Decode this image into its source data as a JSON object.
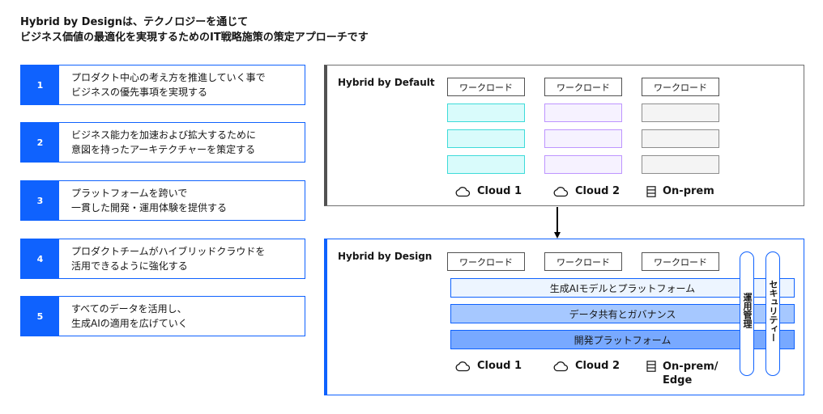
{
  "title": {
    "line1": "Hybrid by Designは、テクノロジーを通じて",
    "line2": "ビジネス価値の最適化を実現するためのIT戦略施策の策定アプローチです"
  },
  "steps": [
    {
      "num": "1",
      "line1": "プロダクト中心の考え方を推進していく事で",
      "line2": "ビジネスの優先事項を実現する"
    },
    {
      "num": "2",
      "line1": "ビジネス能力を加速および拡大するために",
      "line2": "意図を持ったアーキテクチャーを策定する"
    },
    {
      "num": "3",
      "line1": "プラットフォームを跨いで",
      "line2": "一貫した開発・運用体験を提供する"
    },
    {
      "num": "4",
      "line1": "プロダクトチームがハイブリッドクラウドを",
      "line2": "活用できるように強化する"
    },
    {
      "num": "5",
      "line1": "すべてのデータを活用し、",
      "line2": "生成AIの適用を広げていく"
    }
  ],
  "hybrid_default": {
    "title": "Hybrid by Default",
    "workload_label": "ワークロード",
    "locations": [
      "Cloud 1",
      "Cloud 2",
      "On-prem"
    ]
  },
  "hybrid_design": {
    "title": "Hybrid by Design",
    "workload_label": "ワークロード",
    "layers": [
      "生成AIモデルとプラットフォーム",
      "データ共有とガバナンス",
      "開発プラットフォーム"
    ],
    "pills": [
      "運用管理",
      "セキュリティー"
    ],
    "locations": [
      "Cloud 1",
      "Cloud 2",
      "On-prem/",
      "Edge"
    ]
  },
  "colors": {
    "primary_blue": "#0f62fe",
    "teal": "#d9fbfb",
    "purple": "#f6f2ff",
    "gray": "#f4f4f4"
  }
}
